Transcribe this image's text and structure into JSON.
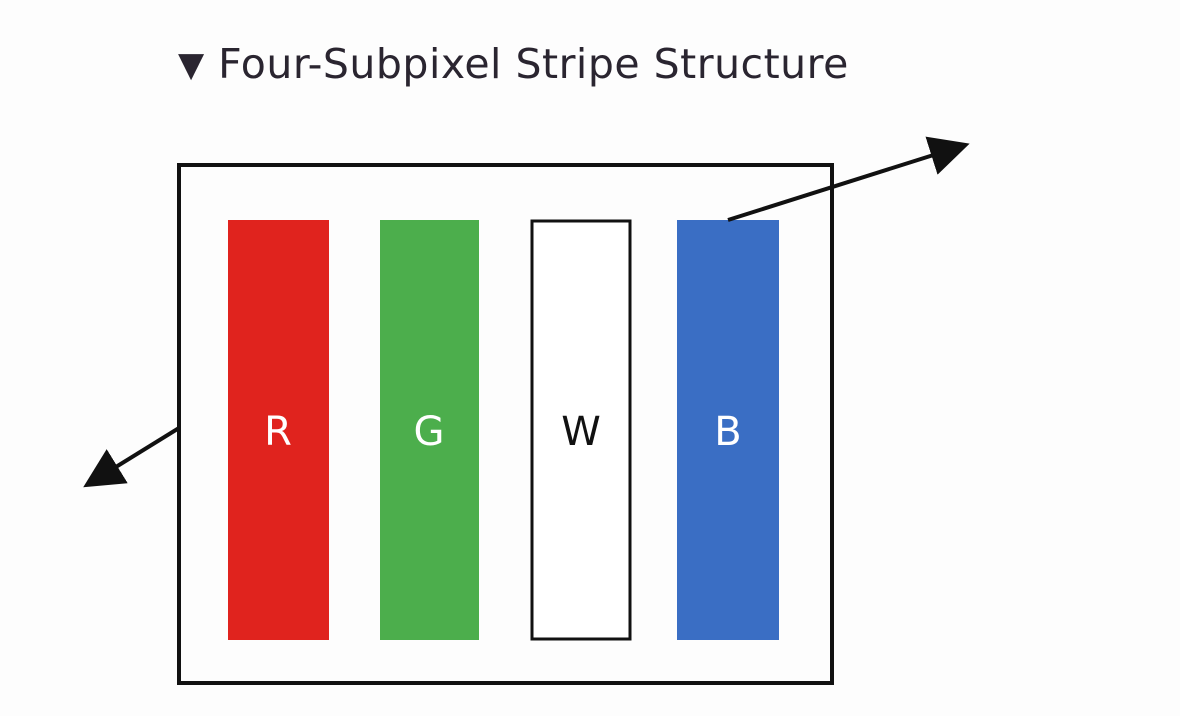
{
  "title": {
    "marker": "▼",
    "text": "Four-Subpixel Stripe Structure"
  },
  "subpixels": [
    {
      "label": "R",
      "fill": "#e0231e",
      "text_color": "#ffffff"
    },
    {
      "label": "G",
      "fill": "#4cae4c",
      "text_color": "#ffffff"
    },
    {
      "label": "W",
      "fill": "#ffffff",
      "text_color": "#111111"
    },
    {
      "label": "B",
      "fill": "#3a6ec4",
      "text_color": "#ffffff"
    }
  ],
  "colors": {
    "frame": "#111111",
    "arrow": "#111111"
  }
}
